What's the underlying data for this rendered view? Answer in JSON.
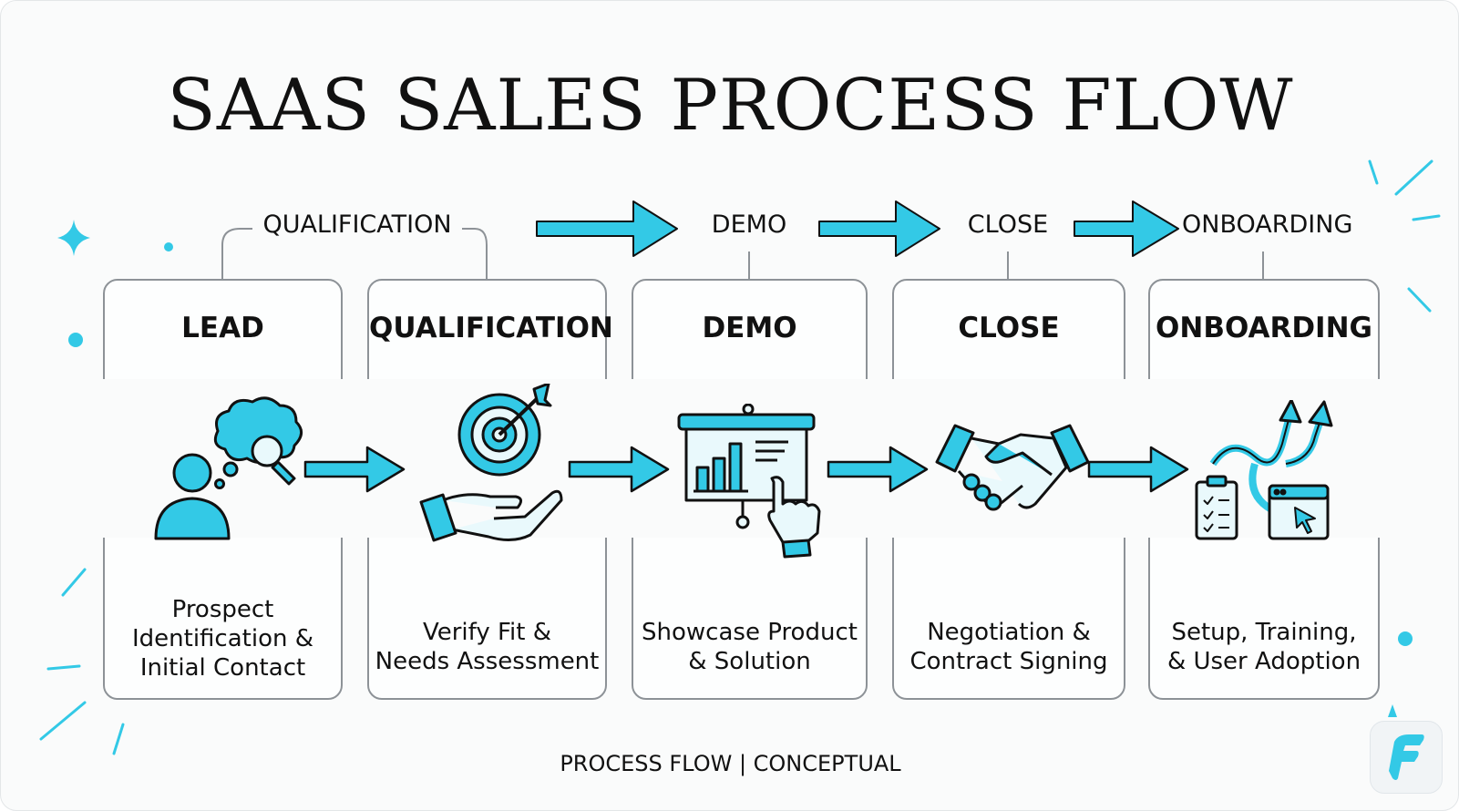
{
  "title": "SAAS SALES PROCESS FLOW",
  "stages_top": [
    {
      "label": "QUALIFICATION"
    },
    {
      "label": "DEMO"
    },
    {
      "label": "CLOSE"
    },
    {
      "label": "ONBOARDING"
    }
  ],
  "cards": [
    {
      "title": "LEAD",
      "desc_lines": [
        "Prospect",
        "Identification &",
        "Initial Contact"
      ],
      "icon": "person-thinking-search-icon"
    },
    {
      "title": "QUALIFICATION",
      "desc_lines": [
        "Verify Fit &",
        "Needs Assessment"
      ],
      "icon": "target-on-hand-icon"
    },
    {
      "title": "DEMO",
      "desc_lines": [
        "Showcase Product",
        "& Solution"
      ],
      "icon": "presentation-board-pointer-icon"
    },
    {
      "title": "CLOSE",
      "desc_lines": [
        "Negotiation &",
        "Contract Signing"
      ],
      "icon": "handshake-icon"
    },
    {
      "title": "ONBOARDING",
      "desc_lines": [
        "Setup, Training,",
        "& User Adoption"
      ],
      "icon": "onboarding-checklist-browser-icon"
    }
  ],
  "footer": "PROCESS FLOW | CONCEPTUAL",
  "colors": {
    "accent": "#33c9e6",
    "outline": "#111111",
    "card_border": "#8d9297"
  }
}
